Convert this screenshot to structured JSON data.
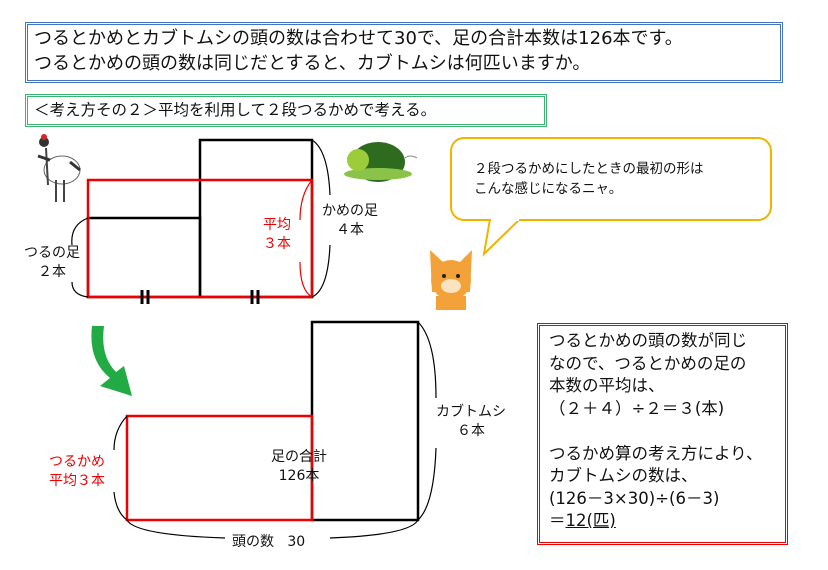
{
  "question": {
    "line1": "つるとかめとカブトムシの頭の数は合わせて30で、足の合計本数は126本です。",
    "line2": "つるとかめの頭の数は同じだとすると、カブトムシは何匹いますか。"
  },
  "subtitle": "＜考え方その２＞平均を利用して２段つるかめで考える。",
  "diagram1": {
    "crane_label": "つるの足",
    "crane_count": "２本",
    "avg_label": "平均",
    "avg_count": "３本",
    "turtle_label": "かめの足",
    "turtle_count": "４本"
  },
  "bubble": {
    "line1": "２段つるかめにしたときの最初の形は",
    "line2": "こんな感じになるニャ。"
  },
  "diagram2": {
    "left_label": "つるかめ",
    "left_count": "平均３本",
    "total_label": "足の合計",
    "total_count": "126本",
    "beetle_label": "カブトムシ",
    "beetle_count": "６本",
    "heads_label": "頭の数",
    "heads_count": "30"
  },
  "answer": {
    "lines": [
      "つるとかめの頭の数が同じ",
      "なので、つるとかめの足の",
      "本数の平均は、",
      "（２＋４）÷２＝３(本)",
      "",
      "つるかめ算の考え方により、",
      "カブトムシの数は、",
      "(126－3×30)÷(6－3)"
    ],
    "result_prefix": "＝",
    "result": "12(匹)"
  },
  "colors": {
    "blue": "#4472c4",
    "green": "#3cb371",
    "red": "#ee0000",
    "orange": "#f0b400"
  }
}
